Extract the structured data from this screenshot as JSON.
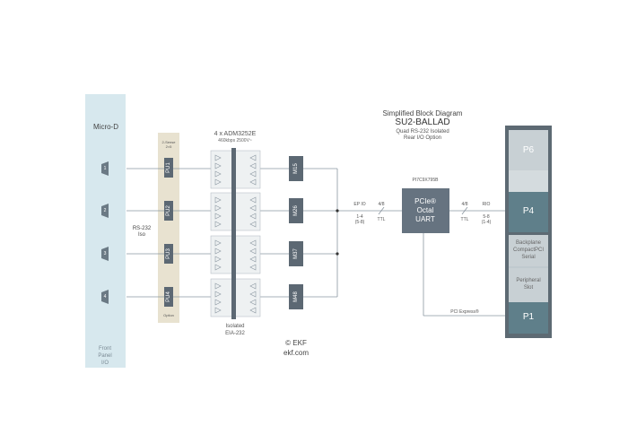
{
  "title": {
    "line1": "Simplified Block Diagram",
    "line2": "SU2-BALLAD",
    "line3": "Quad RS-232 Isolated",
    "line4": "Rear I/O Option"
  },
  "front_panel": {
    "label": "Micro-D",
    "footer": [
      "Front",
      "Panel",
      "I/O"
    ],
    "ports": [
      "1",
      "2",
      "3",
      "4"
    ]
  },
  "rs232_label": [
    "RS-232",
    "Iso"
  ],
  "jumper_block": {
    "header": [
      "2-Sense",
      "2×5"
    ],
    "items": [
      "PU1",
      "PU2",
      "PU3",
      "PU4"
    ],
    "footer": "Option"
  },
  "transceivers": {
    "header": "4 x ADM3252E",
    "subheader": "460kbps 2500V~",
    "footer": [
      "Isolated",
      "EIA-232"
    ]
  },
  "modules": [
    "M15",
    "M26",
    "M37",
    "M48"
  ],
  "bus_left": {
    "label": "EP IO",
    "sub": [
      "1-4",
      "(5-8)"
    ],
    "width": "4/8",
    "level": "TTL"
  },
  "uart": {
    "part": "PI7C9X795B",
    "label": [
      "PCIe®",
      "Octal",
      "UART"
    ]
  },
  "bus_right": {
    "width": "4/8",
    "level": "TTL",
    "label": "RIO",
    "sub": [
      "5-8",
      "(1-4)"
    ]
  },
  "pcie_label": "PCI Express®",
  "backplane": {
    "slots": [
      "P6",
      "P4",
      "P1"
    ],
    "text": [
      "Backplane",
      "CompactPCI",
      "Serial"
    ],
    "text2": [
      "Peripheral",
      "Slot"
    ]
  },
  "copyright": [
    "© EKF",
    "ekf.com"
  ],
  "colors": {
    "panel_blue": "#d7e8ee",
    "option_beige": "#e8e2d0",
    "module_gray": "#5c6873",
    "uart_gray": "#667380",
    "slot_teal": "#5f7f8a",
    "backplane_gray": "#5d6a73"
  }
}
